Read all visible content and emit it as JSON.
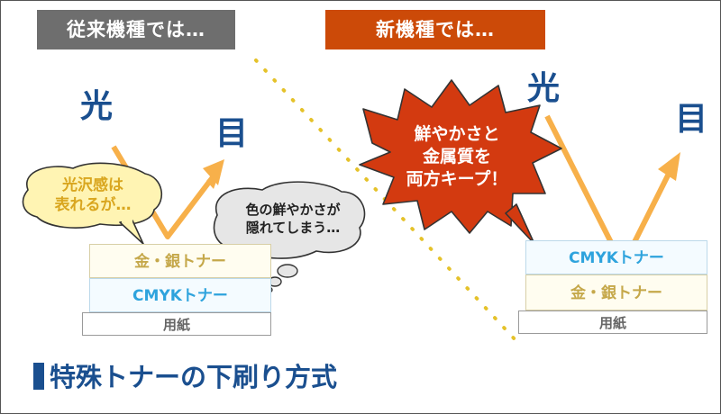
{
  "headers": {
    "old": "従来機種では…",
    "new": "新機種では…"
  },
  "left_panel": {
    "light_glyph": "光",
    "eye_glyph": "目",
    "bubble_text": "光沢感は\n表れるが…",
    "layers": {
      "top": "金・銀トナー",
      "middle": "CMYKトナー",
      "bottom": "用紙"
    }
  },
  "center_bubble": {
    "text": "色の鮮やかさが\n隠れてしまう…"
  },
  "right_panel": {
    "light_glyph": "光",
    "eye_glyph": "目",
    "bubble_text": "鮮やかさと\n金属質を\n両方キープ！",
    "layers": {
      "top": "CMYKトナー",
      "middle": "金・銀トナー",
      "bottom": "用紙"
    }
  },
  "title": "特殊トナーの下刷り方式",
  "colors": {
    "old_header": "#6e6e6e",
    "new_header": "#cc4a08",
    "glyph_blue": "#1a4f8f",
    "arrow_orange": "#f7b04a",
    "divider_yellow": "#e5c22a",
    "metal_text": "#c5a84a",
    "cmyk_text": "#2ea3dd",
    "red_bubble": "#d33a10",
    "yellow_bubble": "#fff4b3"
  },
  "icons": [
    "light-ray-arrow",
    "reflection-arrow",
    "speech-bubble",
    "thought-bubble",
    "dotted-divider"
  ]
}
